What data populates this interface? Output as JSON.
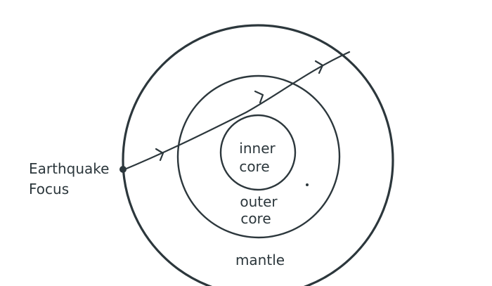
{
  "diagram": {
    "focus_label_line1": "Earthquake",
    "focus_label_line2": "Focus",
    "inner_core_line1": "inner",
    "inner_core_line2": "core",
    "outer_core_line1": "outer",
    "outer_core_line2": "core",
    "mantle_label": "mantle",
    "stroke_color": "#2c373c",
    "background_color": "#ffffff",
    "icons": [
      "focus-point-icon",
      "direction-arrow-icon"
    ]
  }
}
